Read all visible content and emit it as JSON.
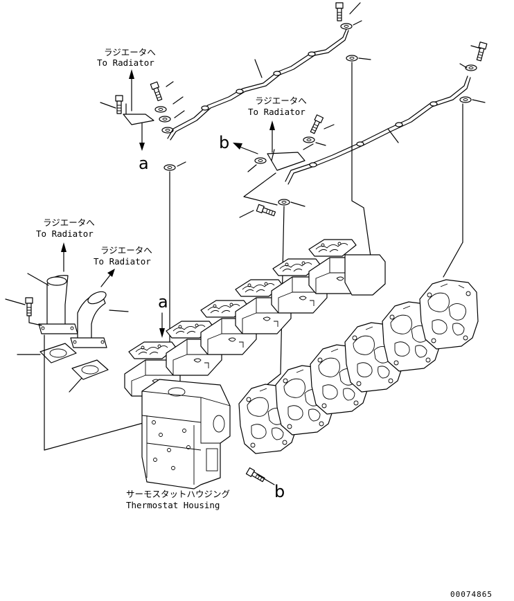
{
  "labels": {
    "radiator_jp": "ラジエータへ",
    "radiator_en": "To Radiator",
    "thermostat_jp": "サーモスタットハウジング",
    "thermostat_en": "Thermostat Housing",
    "ref_a": "a",
    "ref_b": "b"
  },
  "drawing_number": "00074865"
}
